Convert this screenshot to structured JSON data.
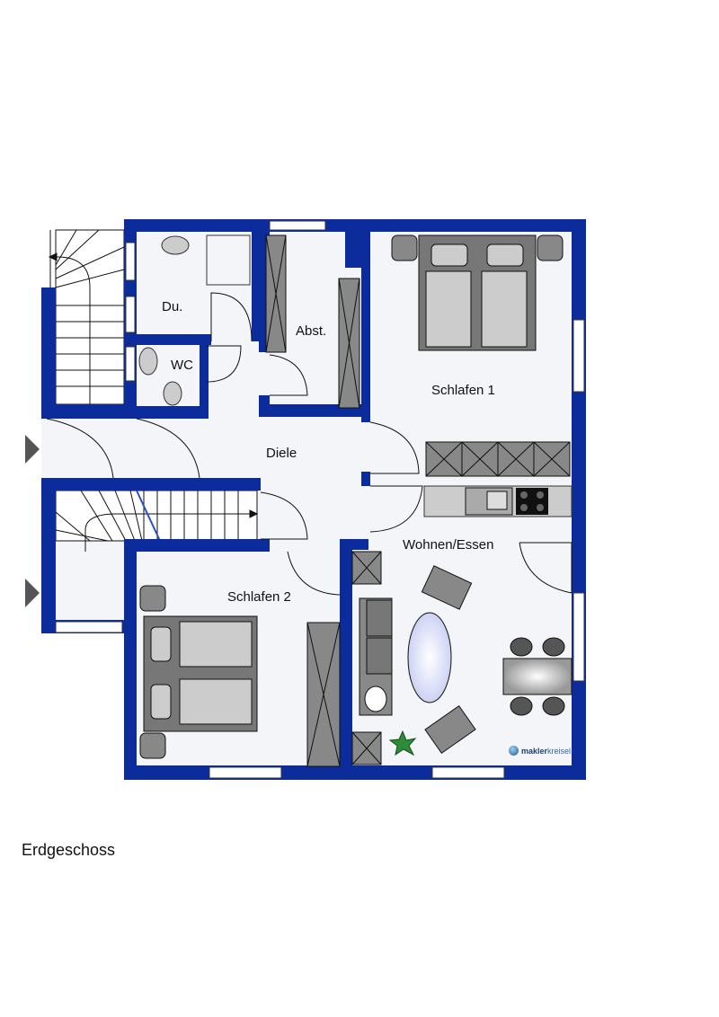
{
  "plan": {
    "rooms": {
      "du": "Du.",
      "wc": "WC",
      "abst": "Abst.",
      "schlafen1": "Schlafen 1",
      "diele": "Diele",
      "wohnen": "Wohnen/Essen",
      "schlafen2": "Schlafen 2"
    },
    "floor_label": "Erdgeschoss",
    "logo": {
      "brand_bold": "makler",
      "brand_light": "kreisel"
    },
    "colors": {
      "wall": "#0c2c9c",
      "floor": "#f4f5f8",
      "furniture": "#8c8c8c"
    }
  }
}
